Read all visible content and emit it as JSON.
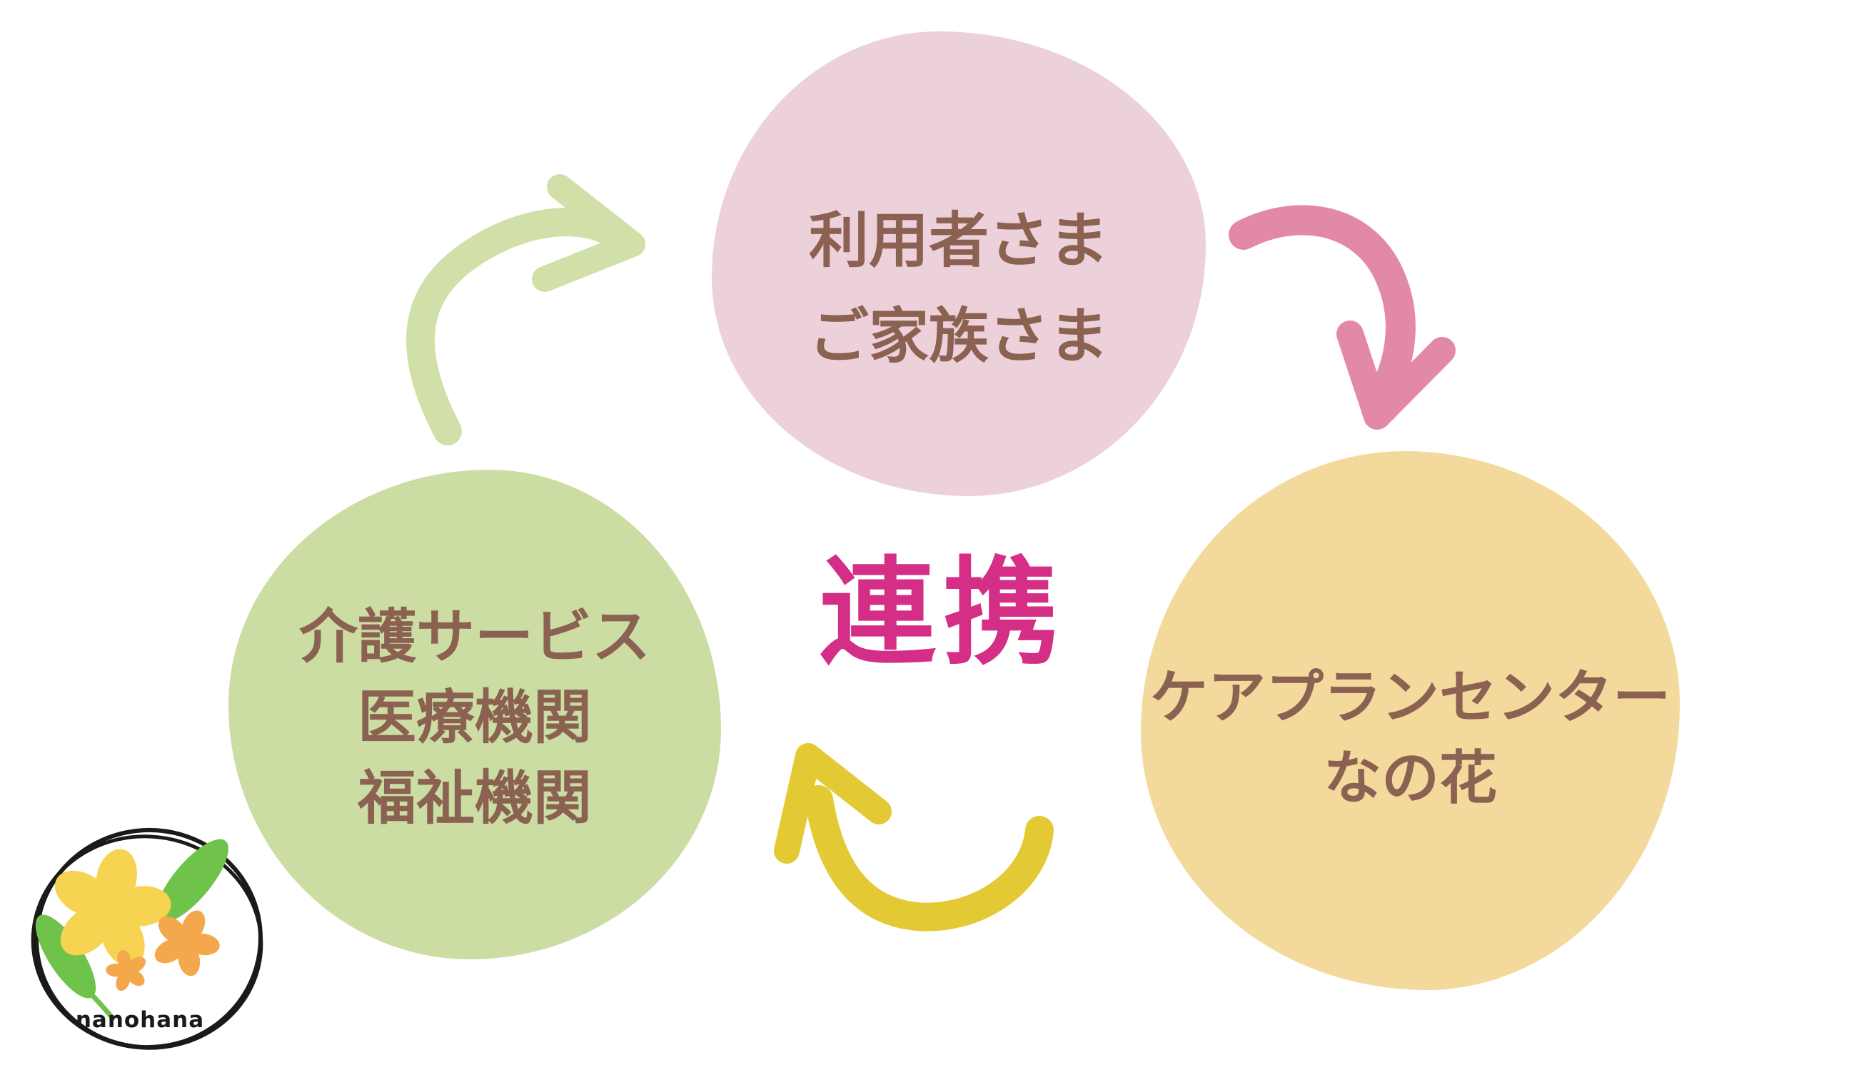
{
  "diagram": {
    "center_label": "連携",
    "nodes": [
      {
        "id": "users-families",
        "lines": [
          "利用者さま",
          "ご家族さま"
        ]
      },
      {
        "id": "care-services",
        "lines": [
          "介護サービス",
          "医療機関",
          "福祉機関"
        ]
      },
      {
        "id": "careplan-center",
        "lines": [
          "ケアプランセンター",
          "なの花"
        ]
      }
    ],
    "arrows": [
      {
        "id": "services-to-users",
        "direction": "up-right"
      },
      {
        "id": "users-to-careplan",
        "direction": "down-right"
      },
      {
        "id": "careplan-to-services",
        "direction": "up-left"
      }
    ]
  },
  "logo": {
    "text": "nanohana"
  },
  "colors": {
    "blob_pink": "#ecd0da",
    "blob_green": "#cbdda3",
    "blob_orange": "#f4d99d",
    "text_brown": "#8b6152",
    "center_magenta": "#d42e86",
    "arrow_green": "#d0e0a8",
    "arrow_pink": "#e289a6",
    "arrow_yellow": "#e3ca35",
    "logo_flower_yellow": "#f6d351",
    "logo_flower_orange": "#f2a84b",
    "logo_leaf_green": "#6fc24a",
    "logo_outline": "#1a1a1a"
  }
}
